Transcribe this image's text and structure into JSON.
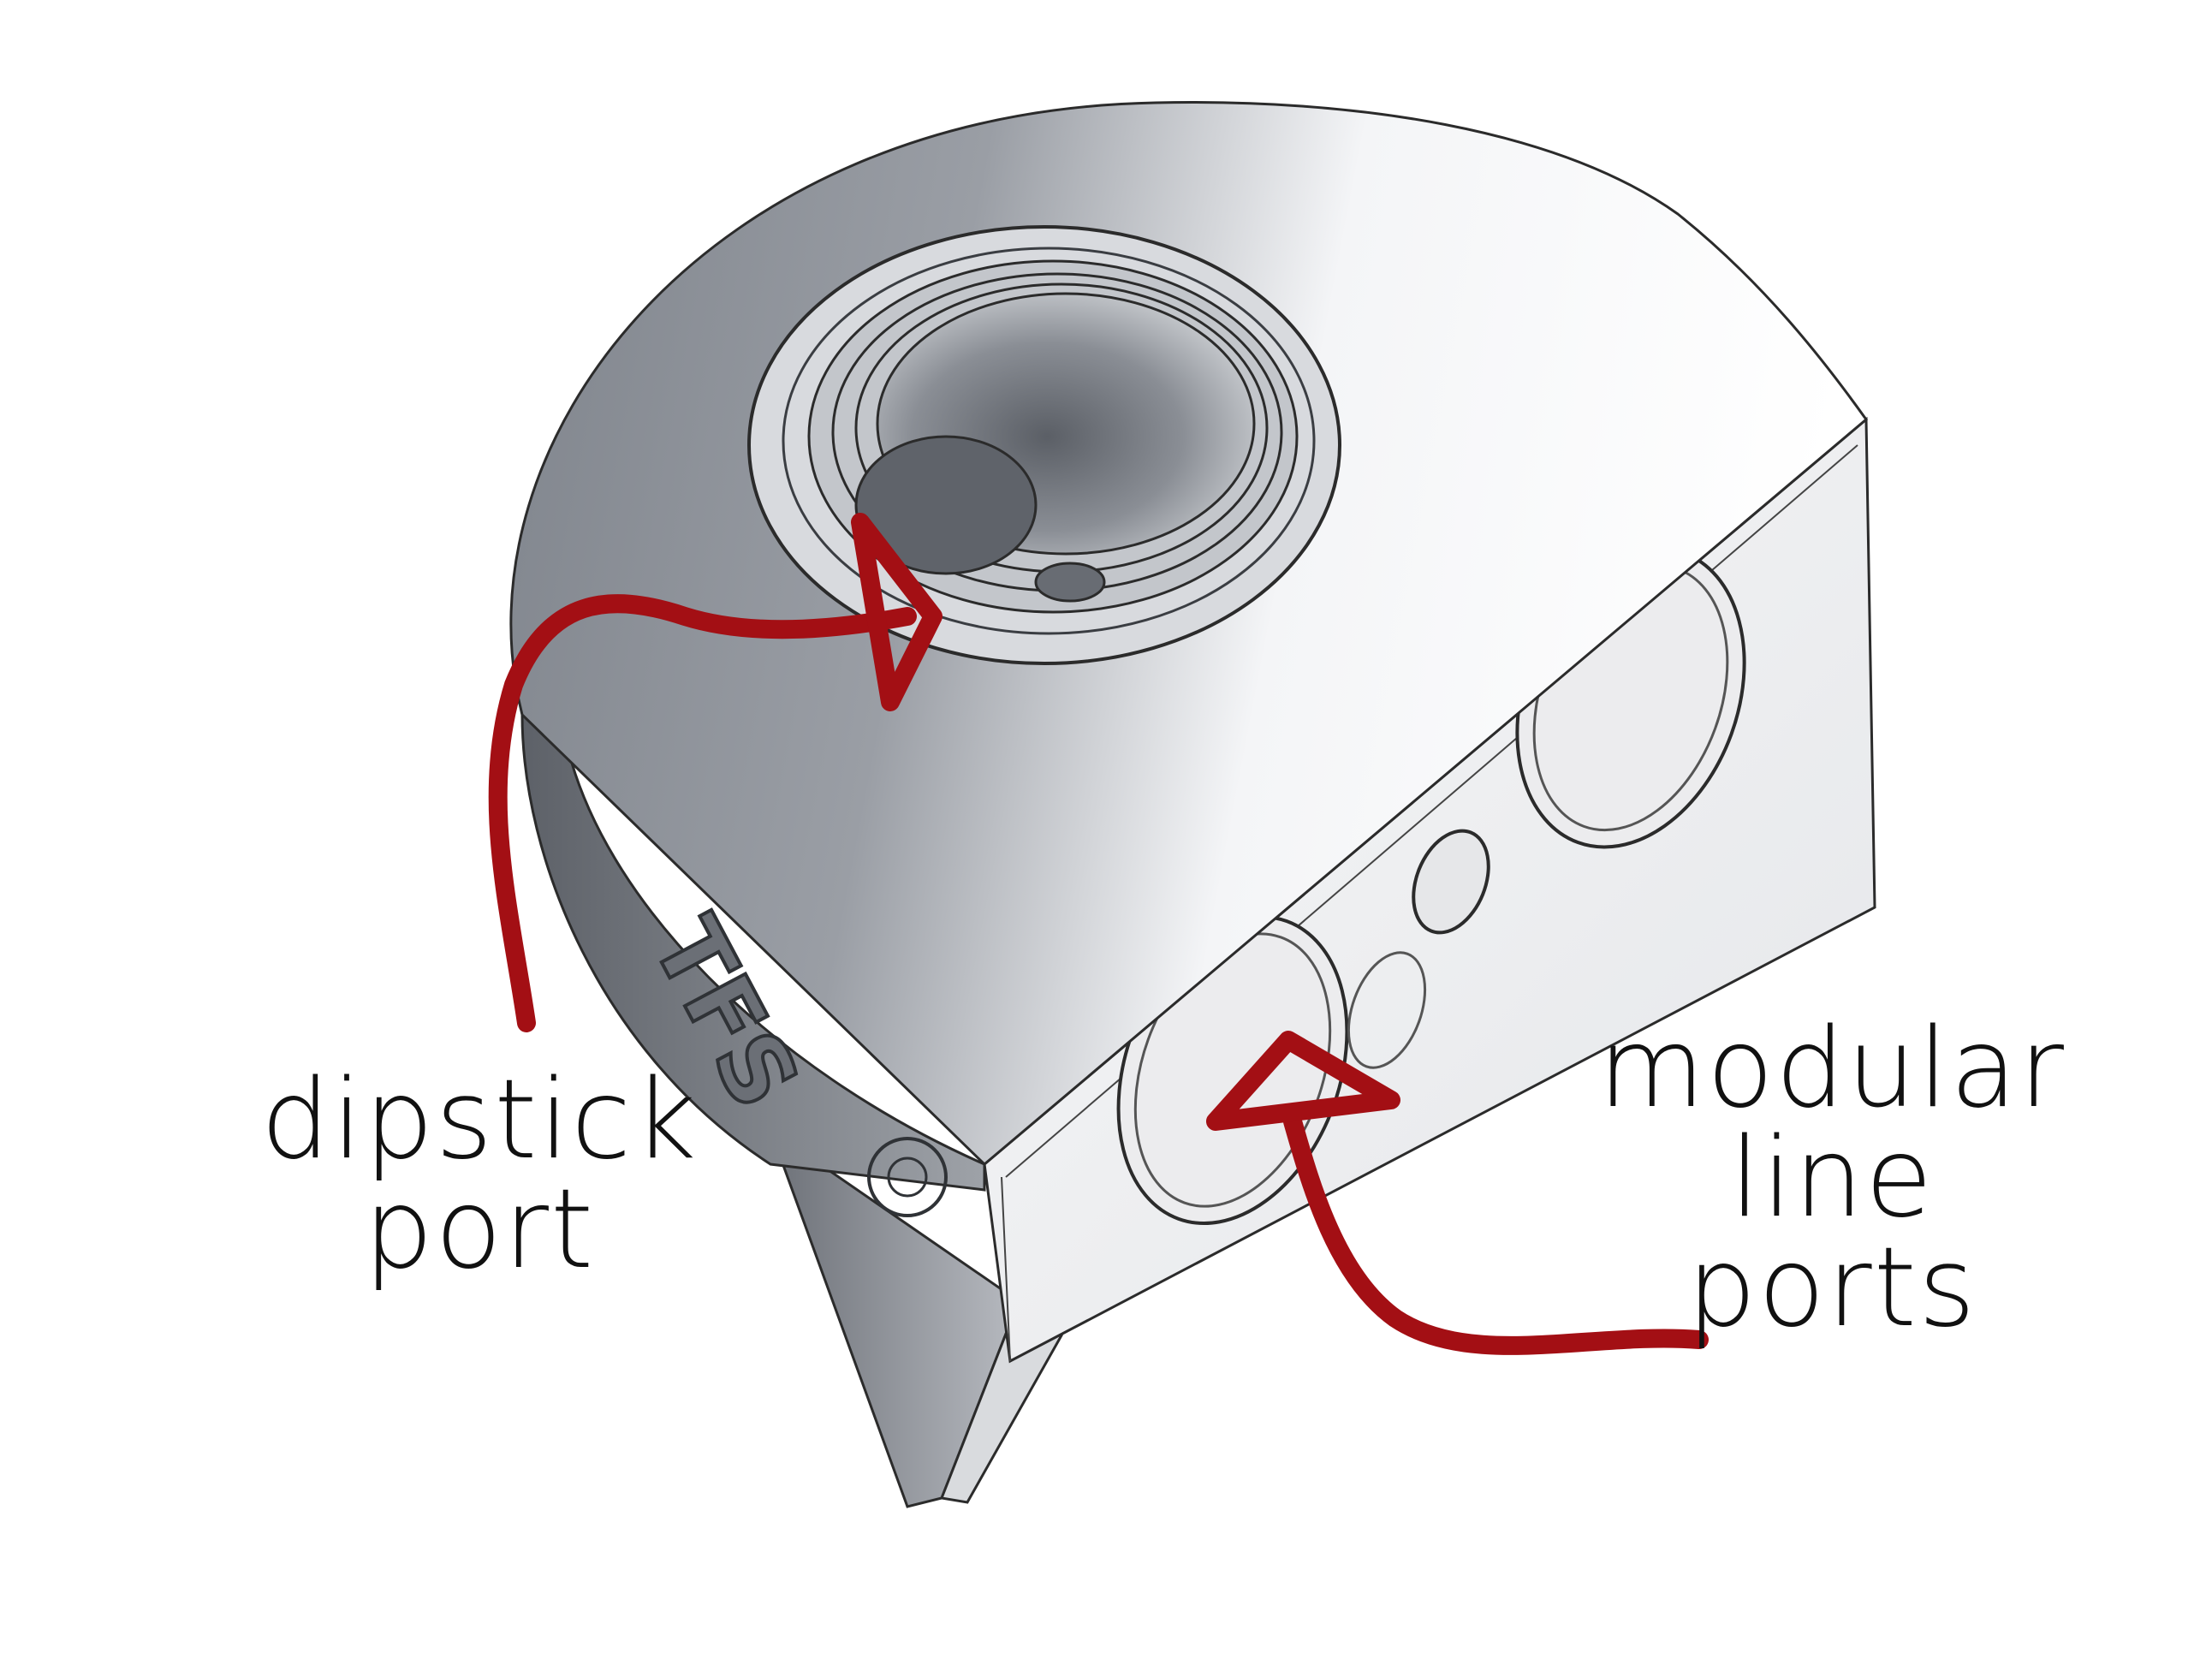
{
  "annotations": {
    "dipstick": {
      "lines": [
        "dipstick",
        "port"
      ]
    },
    "modular": {
      "lines": [
        "modular",
        "line",
        "ports"
      ]
    }
  },
  "part": {
    "engraved_text": "TFS"
  },
  "colors": {
    "arrow": "#a30f14",
    "text": "#111111",
    "body_light": "#f2f3f5",
    "body_dark": "#7f848c",
    "outline": "#2b2b2b"
  },
  "icons": {
    "dipstick_arrow": "curved-arrow-up-right",
    "modular_arrow": "curved-arrow-up-left"
  }
}
